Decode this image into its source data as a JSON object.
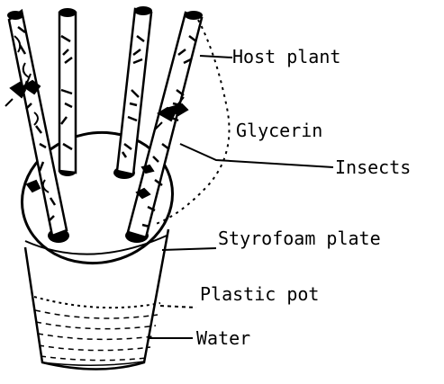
{
  "diagram": {
    "labels": {
      "host_plant": "Host plant",
      "glycerin": "Glycerin",
      "insects": "Insects",
      "styrofoam_plate": "Styrofoam plate",
      "plastic_pot": "Plastic pot",
      "water": "Water"
    },
    "colors": {
      "ink": "#000000",
      "background": "#ffffff"
    }
  }
}
